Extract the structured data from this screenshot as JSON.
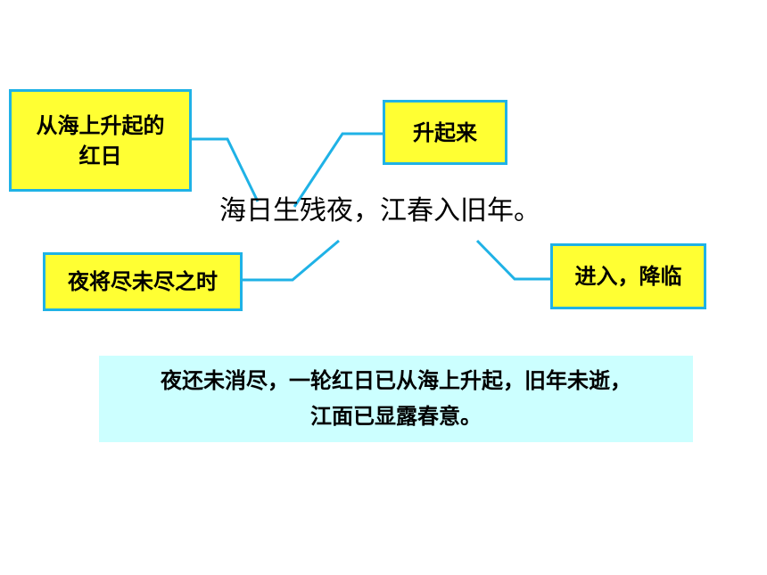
{
  "verse": "海日生残夜，江春入旧年。",
  "annotations": {
    "hai_ri": "从海上升起的\n红日",
    "sheng": "升起来",
    "can_ye": "夜将尽未尽之时",
    "ru": "进入，降临"
  },
  "translation": "夜还未消尽，一轮红日已从海上升起，旧年未逝，\n江面已显露春意。",
  "colors": {
    "note_fill": "#ffff33",
    "note_border": "#1fb2e6",
    "connector": "#1fb2e6",
    "translation_fill": "#ccffff"
  }
}
